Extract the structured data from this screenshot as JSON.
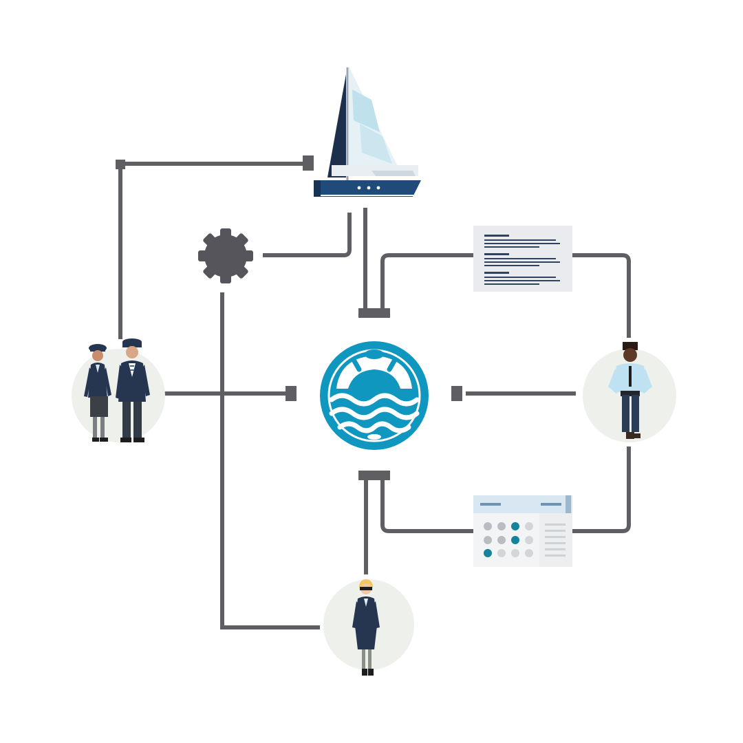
{
  "diagram": {
    "colors": {
      "connector": "#5f5f63",
      "hub": "#0f97bf",
      "hub_light": "#ffffff",
      "gear": "#55555b",
      "circle_bg": "#eef0ec",
      "uniform_navy": "#263650",
      "yacht_hull": "#1f4a7a",
      "sail_light": "#e6f1f6",
      "sail_accent": "#bfe1ec",
      "doc_bg": "#e9ebee",
      "doc_line": "#2e4260",
      "calendar_header": "#d9e7f2",
      "calendar_teal": "#14839b",
      "calendar_gray": "#b9bcc0",
      "shirt_blue": "#bfe2f2"
    },
    "nodes": [
      {
        "id": "yacht",
        "icon": "sailing-yacht-icon"
      },
      {
        "id": "gear",
        "icon": "gear-icon"
      },
      {
        "id": "hub",
        "icon": "lifebuoy-waves-icon"
      },
      {
        "id": "document",
        "icon": "document-icon"
      },
      {
        "id": "calendar",
        "icon": "calendar-icon"
      },
      {
        "id": "crew-pair",
        "icon": "crew-couple-avatar"
      },
      {
        "id": "charter-client",
        "icon": "businessman-avatar"
      },
      {
        "id": "captain",
        "icon": "captain-avatar"
      }
    ]
  }
}
